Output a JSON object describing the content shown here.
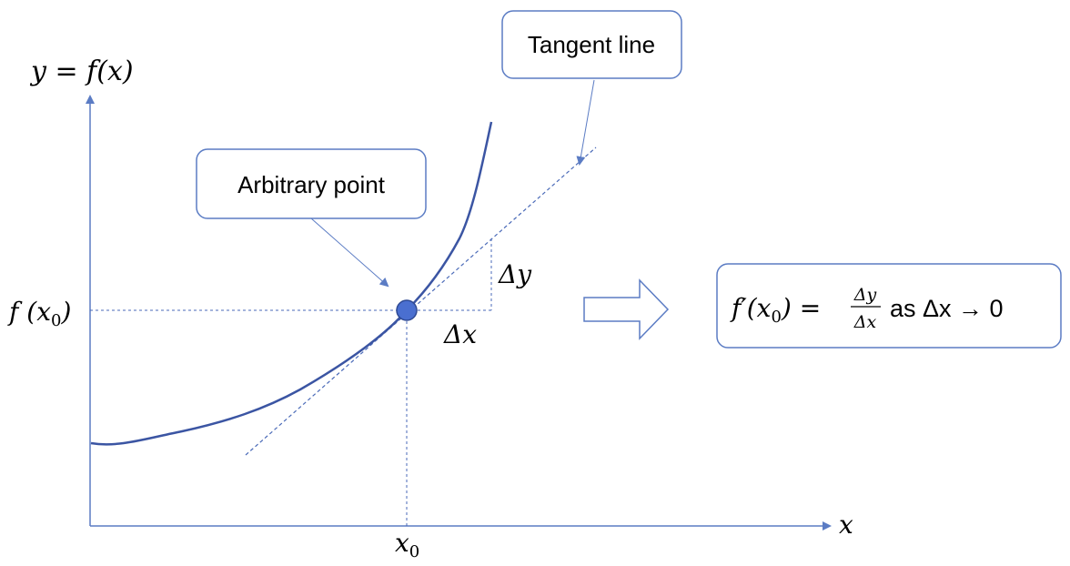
{
  "diagram": {
    "labels": {
      "y_axis": "y = f(x)",
      "x_axis": "x",
      "x0": "x",
      "x0_sub": "0",
      "fx0_prefix": "f (x",
      "fx0_sub": "0",
      "fx0_suffix": ")",
      "delta_x": "Δx",
      "delta_y": "Δy"
    },
    "callouts": {
      "tangent": "Tangent line",
      "point": "Arbitrary point"
    },
    "formula": {
      "lhs": "f′(x",
      "lhs_sub": "0",
      "lhs_close": ") =",
      "numerator": "Δy",
      "denominator": "Δx",
      "tail": "as Δx → 0"
    },
    "colors": {
      "curve": "#3b55a3",
      "axis": "#5b7cc4",
      "guide": "#4a6ab8",
      "point_fill": "#4a6fd0",
      "box_border": "#5b7cc4",
      "text": "#000000"
    },
    "icons": {
      "arrow": "right-arrow-outline-icon",
      "point": "point-marker-icon"
    }
  }
}
